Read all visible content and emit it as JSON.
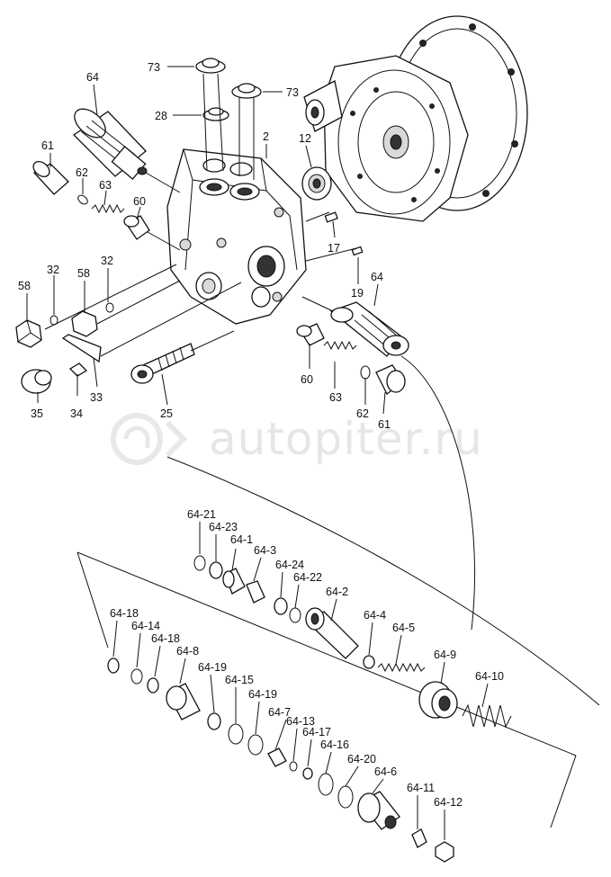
{
  "watermark": "autopiter.ru",
  "labels": {
    "l73a": "73",
    "l73b": "73",
    "l28": "28",
    "l64a": "64",
    "l2": "2",
    "l12": "12",
    "l61a": "61",
    "l62a": "62",
    "l63a": "63",
    "l60a": "60",
    "l17": "17",
    "l19": "19",
    "l58a": "58",
    "l32a": "32",
    "l58b": "58",
    "l32b": "32",
    "l64b": "64",
    "l33": "33",
    "l34": "34",
    "l35": "35",
    "l25": "25",
    "l60b": "60",
    "l63b": "63",
    "l62b": "62",
    "l61b": "61",
    "l64_21": "64-21",
    "l64_23": "64-23",
    "l64_1": "64-1",
    "l64_3": "64-3",
    "l64_24": "64-24",
    "l64_22": "64-22",
    "l64_2": "64-2",
    "l64_4": "64-4",
    "l64_5": "64-5",
    "l64_9": "64-9",
    "l64_10": "64-10",
    "l64_18a": "64-18",
    "l64_14": "64-14",
    "l64_18b": "64-18",
    "l64_8": "64-8",
    "l64_19a": "64-19",
    "l64_15": "64-15",
    "l64_19b": "64-19",
    "l64_7": "64-7",
    "l64_13": "64-13",
    "l64_17": "64-17",
    "l64_16": "64-16",
    "l64_20": "64-20",
    "l64_6": "64-6",
    "l64_11": "64-11",
    "l64_12": "64-12"
  }
}
